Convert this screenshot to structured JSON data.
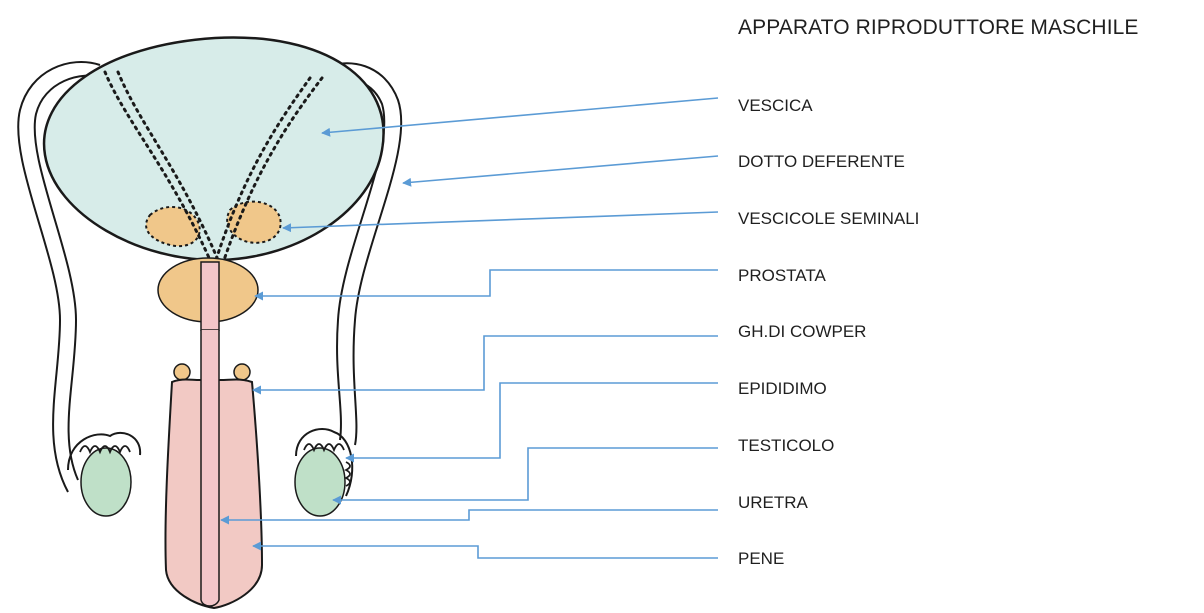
{
  "title": "APPARATO RIPRODUTTORE MASCHILE",
  "labels": [
    {
      "id": "vescica",
      "text": "VESCICA"
    },
    {
      "id": "dotto-deferente",
      "text": "DOTTO DEFERENTE"
    },
    {
      "id": "vescicole-seminali",
      "text": "VESCICOLE SEMINALI"
    },
    {
      "id": "prostata",
      "text": "PROSTATA"
    },
    {
      "id": "gh-di-cowper",
      "text": "GH.DI COWPER"
    },
    {
      "id": "epididimo",
      "text": "EPIDIDIMO"
    },
    {
      "id": "testicolo",
      "text": "TESTICOLO"
    },
    {
      "id": "uretra",
      "text": "URETRA"
    },
    {
      "id": "pene",
      "text": "PENE"
    }
  ],
  "colors": {
    "bladder": "#d7ece9",
    "vesicles": "#f0c78a",
    "prostate": "#f0c78a",
    "urethra": "#f2c6c9",
    "penis": "#f2c9c4",
    "testis": "#bfe0c8",
    "outline": "#1a1a1a",
    "arrow": "#5b9bd5"
  }
}
